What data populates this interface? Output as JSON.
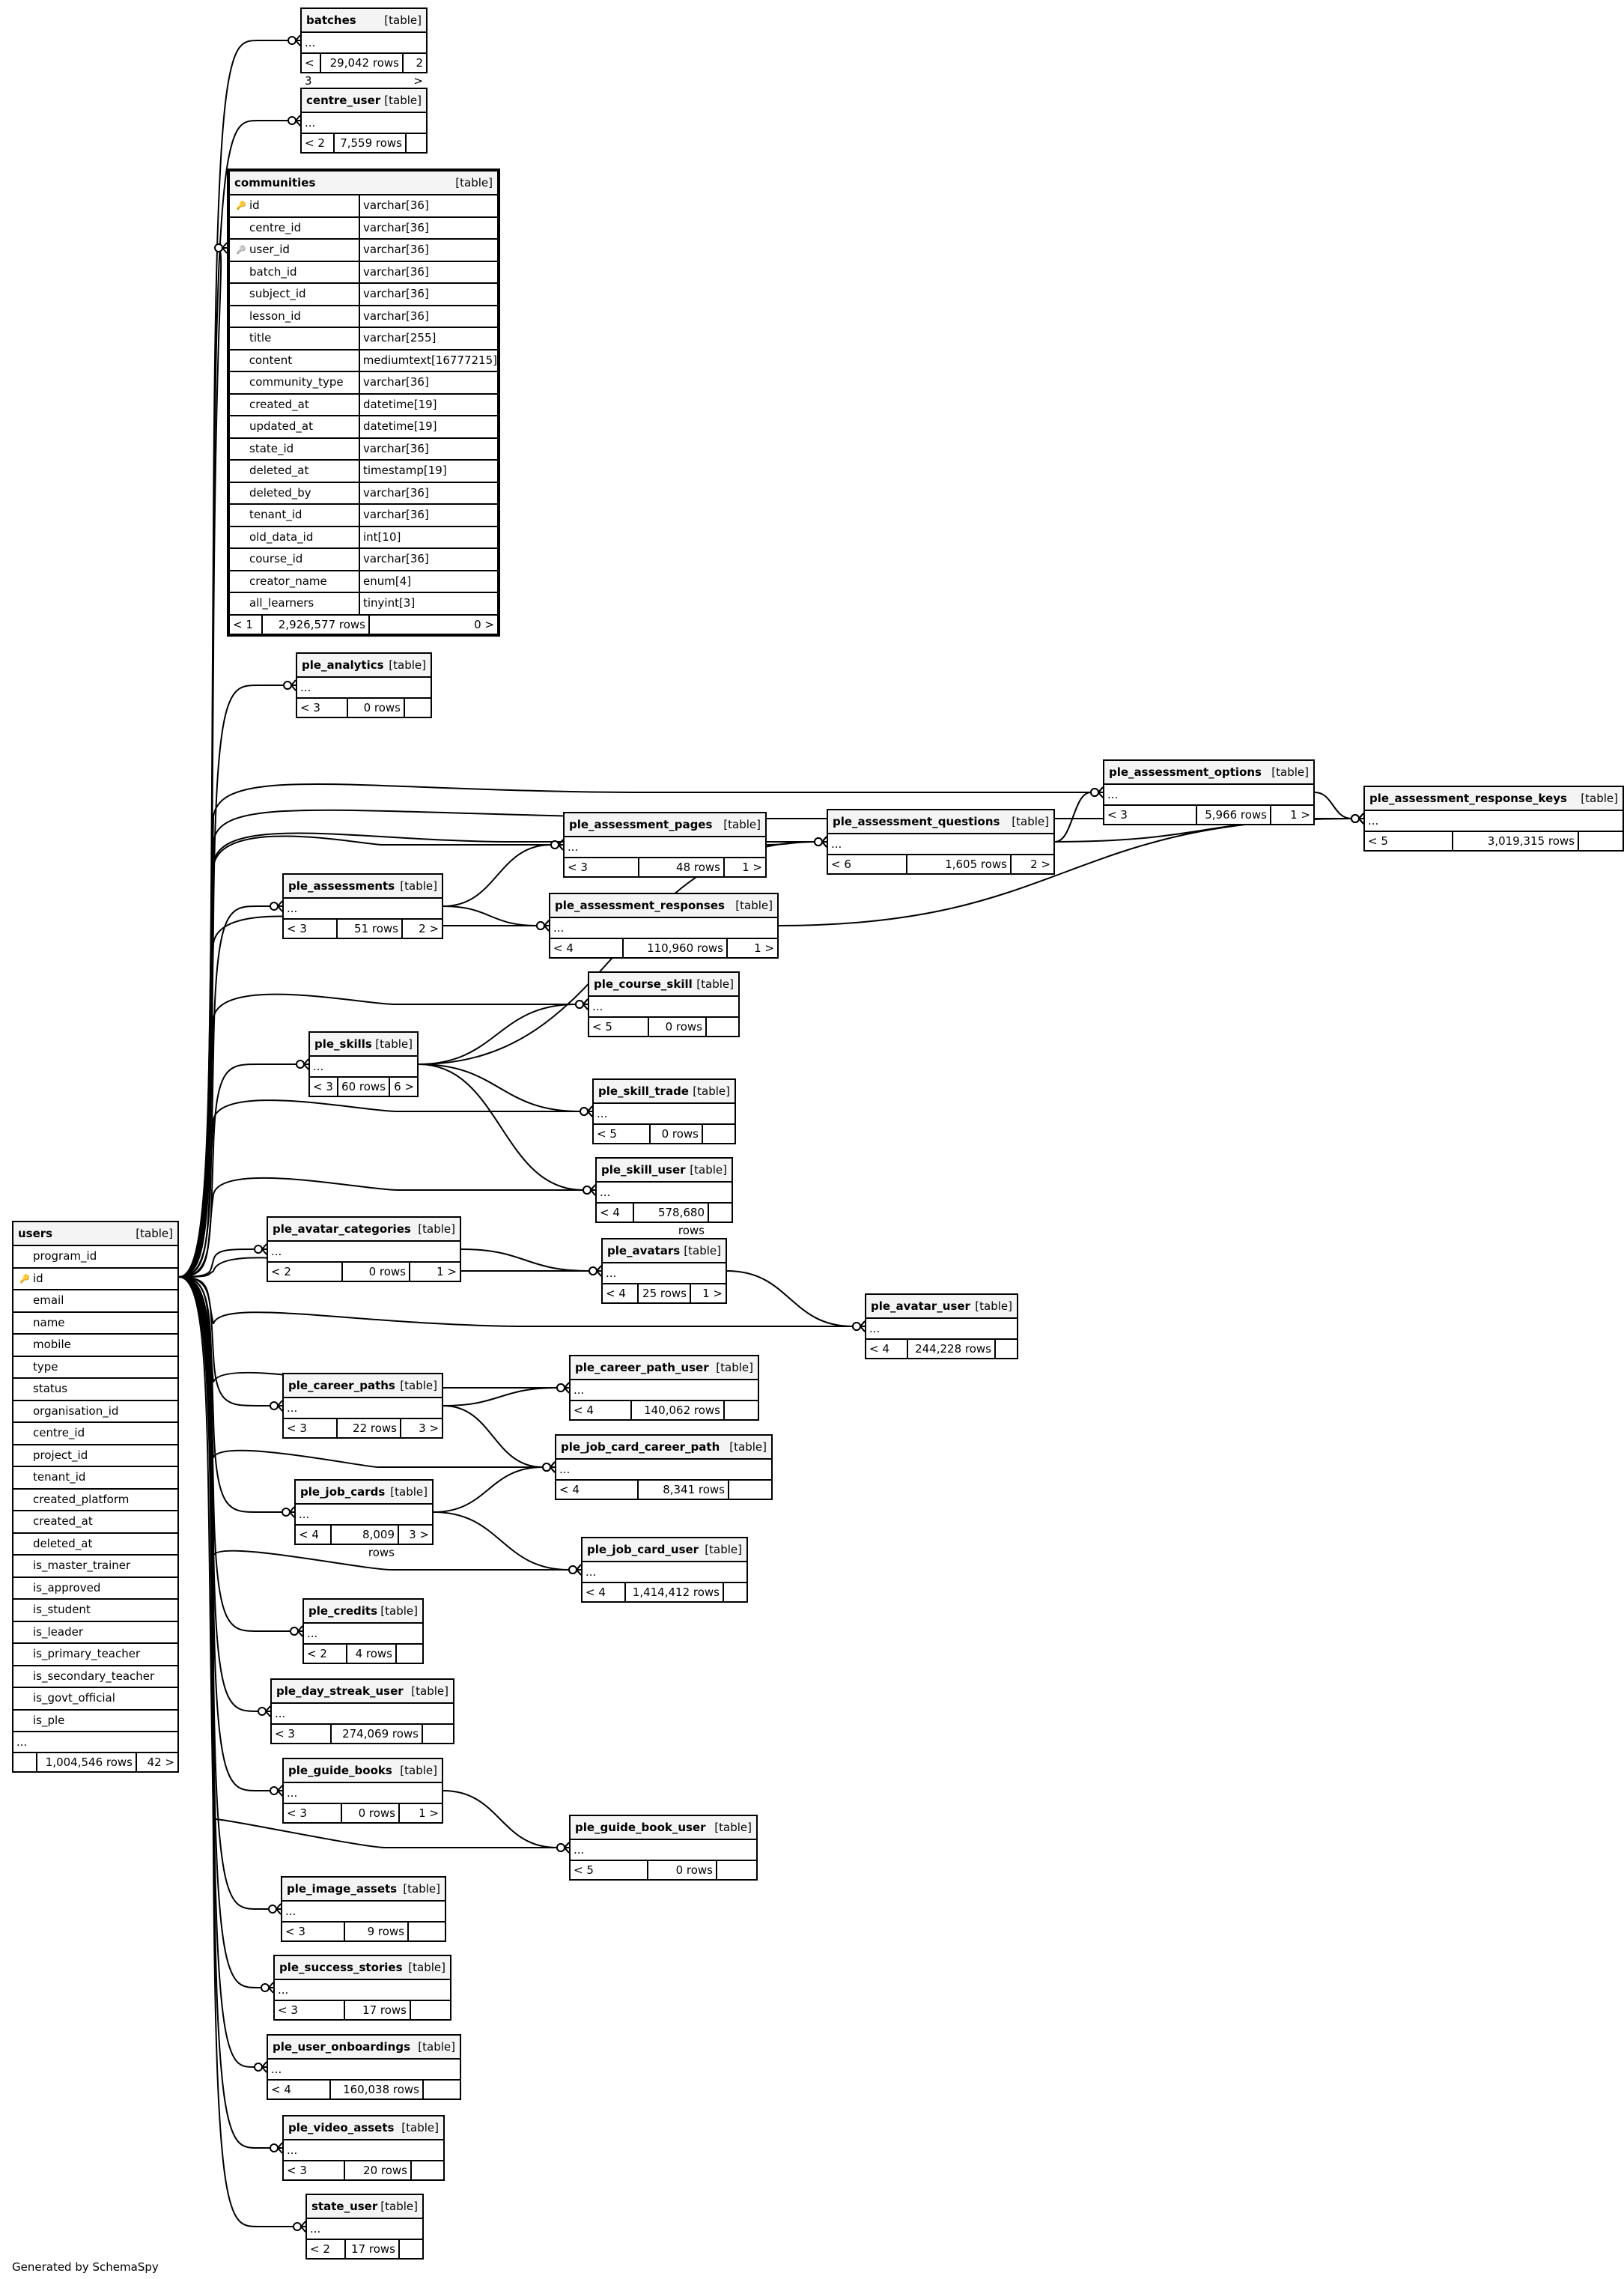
{
  "users": {
    "name": "users",
    "tag": "[table]",
    "columns": [
      "program_id",
      "id",
      "email",
      "name",
      "mobile",
      "type",
      "status",
      "organisation_id",
      "centre_id",
      "project_id",
      "tenant_id",
      "created_platform",
      "created_at",
      "deleted_at",
      "is_master_trainer",
      "is_approved",
      "is_student",
      "is_leader",
      "is_primary_teacher",
      "is_secondary_teacher",
      "is_govt_official",
      "is_ple"
    ],
    "pk": "id",
    "more": "...",
    "left": "",
    "rows": "1,004,546 rows",
    "right": "42 >"
  },
  "communities": {
    "name": "communities",
    "tag": "[table]",
    "columns": [
      {
        "name": "id",
        "type": "varchar[36]",
        "key": "pk"
      },
      {
        "name": "centre_id",
        "type": "varchar[36]"
      },
      {
        "name": "user_id",
        "type": "varchar[36]",
        "key": "fk"
      },
      {
        "name": "batch_id",
        "type": "varchar[36]"
      },
      {
        "name": "subject_id",
        "type": "varchar[36]"
      },
      {
        "name": "lesson_id",
        "type": "varchar[36]"
      },
      {
        "name": "title",
        "type": "varchar[255]"
      },
      {
        "name": "content",
        "type": "mediumtext[16777215]"
      },
      {
        "name": "community_type",
        "type": "varchar[36]"
      },
      {
        "name": "created_at",
        "type": "datetime[19]"
      },
      {
        "name": "updated_at",
        "type": "datetime[19]"
      },
      {
        "name": "state_id",
        "type": "varchar[36]"
      },
      {
        "name": "deleted_at",
        "type": "timestamp[19]"
      },
      {
        "name": "deleted_by",
        "type": "varchar[36]"
      },
      {
        "name": "tenant_id",
        "type": "varchar[36]"
      },
      {
        "name": "old_data_id",
        "type": "int[10]"
      },
      {
        "name": "course_id",
        "type": "varchar[36]"
      },
      {
        "name": "creator_name",
        "type": "enum[4]"
      },
      {
        "name": "all_learners",
        "type": "tinyint[3]"
      }
    ],
    "left": "< 1",
    "rows": "2,926,577 rows",
    "right": "0 >"
  },
  "tables": [
    {
      "name": "batches",
      "tag": "[table]",
      "more": "...",
      "left": "< 3",
      "rows": "29,042 rows",
      "right": "2 >"
    },
    {
      "name": "centre_user",
      "tag": "[table]",
      "more": "...",
      "left": "< 2",
      "rows": "7,559 rows",
      "right": ""
    },
    {
      "name": "ple_analytics",
      "tag": "[table]",
      "more": "...",
      "left": "< 3",
      "rows": "0 rows",
      "right": ""
    },
    {
      "name": "ple_assessment_options",
      "tag": "[table]",
      "more": "...",
      "left": "< 3",
      "rows": "5,966 rows",
      "right": "1 >"
    },
    {
      "name": "ple_assessment_response_keys",
      "tag": "[table]",
      "more": "...",
      "left": "< 5",
      "rows": "3,019,315 rows",
      "right": ""
    },
    {
      "name": "ple_assessment_pages",
      "tag": "[table]",
      "more": "...",
      "left": "< 3",
      "rows": "48 rows",
      "right": "1 >"
    },
    {
      "name": "ple_assessment_questions",
      "tag": "[table]",
      "more": "...",
      "left": "< 6",
      "rows": "1,605 rows",
      "right": "2 >"
    },
    {
      "name": "ple_assessments",
      "tag": "[table]",
      "more": "...",
      "left": "< 3",
      "rows": "51 rows",
      "right": "2 >"
    },
    {
      "name": "ple_assessment_responses",
      "tag": "[table]",
      "more": "...",
      "left": "< 4",
      "rows": "110,960 rows",
      "right": "1 >"
    },
    {
      "name": "ple_course_skill",
      "tag": "[table]",
      "more": "...",
      "left": "< 5",
      "rows": "0 rows",
      "right": ""
    },
    {
      "name": "ple_skills",
      "tag": "[table]",
      "more": "...",
      "left": "< 3",
      "rows": "60 rows",
      "right": "6 >"
    },
    {
      "name": "ple_skill_trade",
      "tag": "[table]",
      "more": "...",
      "left": "< 5",
      "rows": "0 rows",
      "right": ""
    },
    {
      "name": "ple_skill_user",
      "tag": "[table]",
      "more": "...",
      "left": "< 4",
      "rows": "578,680 rows",
      "right": ""
    },
    {
      "name": "ple_avatar_categories",
      "tag": "[table]",
      "more": "...",
      "left": "< 2",
      "rows": "0 rows",
      "right": "1 >"
    },
    {
      "name": "ple_avatars",
      "tag": "[table]",
      "more": "...",
      "left": "< 4",
      "rows": "25 rows",
      "right": "1 >"
    },
    {
      "name": "ple_avatar_user",
      "tag": "[table]",
      "more": "...",
      "left": "< 4",
      "rows": "244,228 rows",
      "right": ""
    },
    {
      "name": "ple_career_path_user",
      "tag": "[table]",
      "more": "...",
      "left": "< 4",
      "rows": "140,062 rows",
      "right": ""
    },
    {
      "name": "ple_career_paths",
      "tag": "[table]",
      "more": "...",
      "left": "< 3",
      "rows": "22 rows",
      "right": "3 >"
    },
    {
      "name": "ple_job_card_career_path",
      "tag": "[table]",
      "more": "...",
      "left": "< 4",
      "rows": "8,341 rows",
      "right": ""
    },
    {
      "name": "ple_job_cards",
      "tag": "[table]",
      "more": "...",
      "left": "< 4",
      "rows": "8,009 rows",
      "right": "3 >"
    },
    {
      "name": "ple_job_card_user",
      "tag": "[table]",
      "more": "...",
      "left": "< 4",
      "rows": "1,414,412 rows",
      "right": ""
    },
    {
      "name": "ple_credits",
      "tag": "[table]",
      "more": "...",
      "left": "< 2",
      "rows": "4 rows",
      "right": ""
    },
    {
      "name": "ple_day_streak_user",
      "tag": "[table]",
      "more": "...",
      "left": "< 3",
      "rows": "274,069 rows",
      "right": ""
    },
    {
      "name": "ple_guide_books",
      "tag": "[table]",
      "more": "...",
      "left": "< 3",
      "rows": "0 rows",
      "right": "1 >"
    },
    {
      "name": "ple_guide_book_user",
      "tag": "[table]",
      "more": "...",
      "left": "< 5",
      "rows": "0 rows",
      "right": ""
    },
    {
      "name": "ple_image_assets",
      "tag": "[table]",
      "more": "...",
      "left": "< 3",
      "rows": "9 rows",
      "right": ""
    },
    {
      "name": "ple_success_stories",
      "tag": "[table]",
      "more": "...",
      "left": "< 3",
      "rows": "17 rows",
      "right": ""
    },
    {
      "name": "ple_user_onboardings",
      "tag": "[table]",
      "more": "...",
      "left": "< 4",
      "rows": "160,038 rows",
      "right": ""
    },
    {
      "name": "ple_video_assets",
      "tag": "[table]",
      "more": "...",
      "left": "< 3",
      "rows": "20 rows",
      "right": ""
    },
    {
      "name": "state_user",
      "tag": "[table]",
      "more": "...",
      "left": "< 2",
      "rows": "17 rows",
      "right": ""
    }
  ],
  "footer": "Generated by SchemaSpy"
}
